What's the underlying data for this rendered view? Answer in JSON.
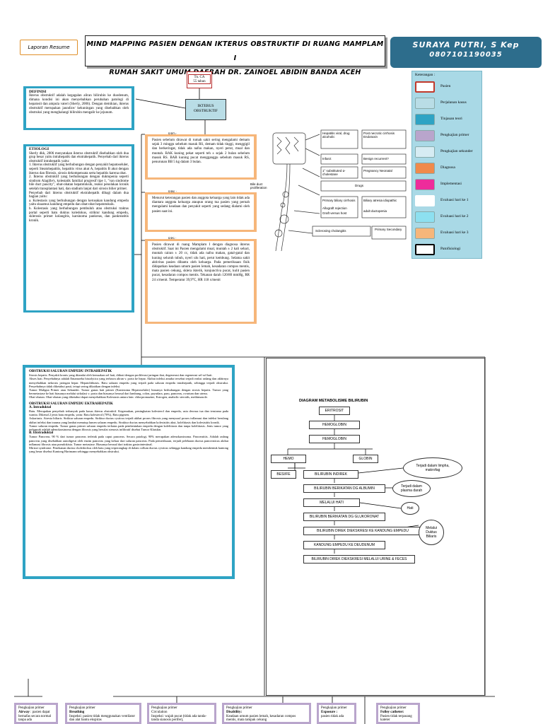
{
  "header": {
    "tag": "Laporan Resume",
    "title_line1": "MIND MAPPING PASIEN DENGAN IKTERUS OBSTRUKTIF DI RUANG MAMPLAM I",
    "title_line2": "RUMAH SAKIT UMUM DAERAH DR. ZAINOEL ABIDIN BANDA ACEH",
    "author": "SURAYA PUTRI, S Kep",
    "nim": "0807101190035"
  },
  "legend": {
    "heading": "Keterangan :",
    "items": [
      {
        "label": "Pasien",
        "color": "#c0392b",
        "style": "outline"
      },
      {
        "label": "Perjalanan kasus",
        "color": "#b9dde6",
        "style": "fill"
      },
      {
        "label": "Tinjauan teori",
        "color": "#2ea3c4",
        "style": "fill"
      },
      {
        "label": "Pengkajian primer",
        "color": "#b9a5cc",
        "style": "fill"
      },
      {
        "label": "Pengkajian sekunder",
        "color": "#d6ecf3",
        "style": "fill"
      },
      {
        "label": "Diagnosa",
        "color": "#f08a4b",
        "style": "fill"
      },
      {
        "label": "Implementasi",
        "color": "#ee2c9b",
        "style": "fill"
      },
      {
        "label": "Evaluasi hari ke 1",
        "color": "#ffffff",
        "style": "outline"
      },
      {
        "label": "Evaluasi hari ke 2",
        "color": "#8de0f0",
        "style": "fill"
      },
      {
        "label": "Evaluasi hari ke 3",
        "color": "#f6b67a",
        "style": "fill"
      },
      {
        "label": "Patofisiologi",
        "color": "#000000",
        "style": "outline"
      }
    ]
  },
  "definisi": {
    "heading": "DEFINISI",
    "text": "Ikterus obstruktif adalah kegagalan aliran bilirubin ke duodenum, dimana kondisi ini akan menyebabkan perubahan patologi di hepatosit dan ampula vateri (Sherly, 2006). Dengan demikian, ikterus obstruktif merupakan jaundice/ kekuningan yang disebabkan oleh obstruksi yang menghalangi bilirubin mengalir ke jejunum."
  },
  "etiologi": {
    "heading": "ETIOLOGI",
    "intro": "Sherly dkk, 2006 menyatakan ikterus obstruktif disebabkan oleh dua grup besar yaitu intrahepatik dan ekstrahepatik. Penyebab dari ikterus obstruktif intrahepatik yaitu:",
    "points": [
      "1. Ikterus obstruktif yang berhubungan dengan penyakit hepatoseluler, seperti Steatohepatitis, hepatitis virus akut A, hepatitis B akut dengan ikterus dan fibrosis, sirosis dekompensata serta hepatitis karena obat.",
      "2. Ikterus obstruktif yang berhubungan dengan duktopenia seperti sindrom Alagille's, kolestatik familial progresif tipe 1, \"van sindrome bile duct paucity\", obat-obatan hepatotoksik, reaksi penolakan kronik setelah transplantasi hati, dan stadium lanjut dari sirosis bilier primer.",
      "Penyebab dari ikterus obstruktif ekstrahepatik dibagi dalam dua bagian yaitu:",
      "a. Kolestasis yang berhubungan dengan kerusakan kandung empedu yaitu skuamus kandung empedu dan obat-obat hepatotoksik.",
      "b. Kolestasis yang berhubungan pembuluh atau obstruksi traktus portal seperti batu duktus koledokus, striktur kandung empedu, sklerosis primer kolangitis, karsinoma pankreas, dan pankreatitis kronik."
    ]
  },
  "pasien": {
    "label": "Tn. CA",
    "age": "55 tahun"
  },
  "ikterus": {
    "line1": "IKTERUS",
    "line2": "OBSTRUKTIF"
  },
  "rpd": {
    "label": "RPD :",
    "text": "Pasien sebelum dirawat di rumah sakit sering mengalami demam sejak 3 minggu sebelum masuk RS, demam tidak tinggi, menggigil dan berkeringat, tidak ada nafsu makan, nyeri perut, mual dan muntah. BAK kuning pekat seperti teh ± sejak 2 bulan sebelum masuk RS. BAB kuning pucat mengganggu sebelum masuk RS, penurunan BB 5 kg dalam 3 bulan."
  },
  "rpk": {
    "label": "RPK :",
    "text": "Menurut keterangan pasien dan anggota keluarga yang lain tidak ada diantara anggota keluarga ataupun orang tua pasien yang pernah mengalami keadaan dan penyakit seperti yang sedang dialami oleh pasien saat ini."
  },
  "rps": {
    "label": "RPS :",
    "text": "Pasien dirawat di ruang Mamplam I dengan diagnosa ikterus obstruktif. Saat ini Pasien mengalami mual, muntah ± 2 kali sehari, muntah cairan ± 20 cc, tidak ada nafsu makan, gatal-gatal dan kuning seluruh tubuh, nyeri ulu hati, perut kembung. Selama sakit aktivitas pasien dibantu oleh keluarga. Pada pemeriksaan fisik didapatkan keadaan umum pasien lemah, kesadaran compos mentis, mata pasien cekung, sklera ikterik, konjunctiva pucat, kulit pasien pucat, kesadaran compos mentis. Tekanan darah 120/80 mmHg, RR 24 x/menit. Temperatur 39,9°C, HR 118 x/menit"
  },
  "liver": {
    "labels": [
      "Hepatitis viral, drug alcoholic",
      "Post necrotic cirrhosis Endotoxin",
      "Infarct",
      "Benign recurrent?",
      "1° substituted α-cholestane",
      "Pregnancy Neonatal",
      "Drugs",
      "Primary biliary cirrhosis",
      "Biliary atresia idiopathic",
      "Allograft rejection",
      "Graft versus host",
      "adult ductopenia",
      "Sclerosing cholangitis",
      "Primary Secondary",
      "Bile duct proliferation"
    ]
  },
  "obstruksi": {
    "h1": "OBSTRUKSI SALURAN EMPEDU INTRAHEPATIK",
    "p1": "Sirosis hepatis. Penyakit kronis yang ditandai oleh kerusakan sel hati, diikuti dengan proliferasi jaringan ikat, degenerasi dan regenerasi sel-sel hati.",
    "p2": "Abses hati. Penyebabnya adalah Entamoeba histolytica yang terbawa aliran v. porta ke hepar. Akibat infeksi amuba tersebut terjadi reaksi radang dan akhirnya menyebabkan nekrosis jaringan hepar. Hepatolithiasis. Batu saluran empedu yang terjadi pada saluran empedu intrahepatik, sehingga terjadi obstruksi. Penyebabnya tidak diketahui pasti, tetapi sering dikaitkan dengan infeksi.",
    "p3": "Tumor Maligna Primer atau Sekunder. Tumor ganas hati primer (Karsinoma Hepatoseluler) biasanya berhubungan dengan sirosis hepatis. Tumor yang bermetastase ke hati biasanya melalui sirkulasi v. porta dan biasanya berasal dari lambung, colon, payudara, paru, pancreas, ovarium dan uterus.",
    "p4": "Obat-obatan. Obat-obatan yang diketahui dapat menyebabkan Kolestasis antara lain: chlorpromazine, Estrogen, anabolic steroids, methimazole.",
    "h2": "OBSTRUKSI SALURAN EMPEDU EKTRAHEPATIK",
    "h2a": "A. Intraduktal",
    "p5": "Batu. Merupakan penyebab terbanyak pada kasus ikterus obstruktif. Kegemukan, peningkatan kolesterol dan empedu, usia dewasa tua dan terutama pada wanita. Dikenal 2 jenis batu empedu, yaitu: Batu kolesterol (70%), Batu pigmen.",
    "p6": "Askariasis. Atresia biliaris. Striktur saluran empedu. Striktur ductus cysticus terjadi akibat proses fibrosis yang menyusul proses inflamasi dan infeksi berulang akibat infeksi dan trauma yang lambat menutup lumen saluran empedu. Struktur ductus menyebabkan kolesistitis akut, kolelitiasis dan kolesistitis kronik.",
    "p7": "Tumor saluran empedu. Tumor ganas primer saluran empedu terbatas pada pembentukan empedu dengan kolelitiasis dan tanpa kolelitiasis. Jenis tumor yang terbanyak adalah adenokarsinoma dengan fibrosis yang bersifat stenosis infiltratif disebut Tumor Klatskin.",
    "h2b": "B. Ekstraduktal",
    "p8": "Tumor Pancreas. 90 % dari tumor pancreas terletak pada caput pancreas. Secara patologi, 90% merupakan adenokarsinoma. Pancreatitis. Adalah radang pancreas yang disebabkan autodigesti oleh enzim pancreas yang keluar dari saluran pancreas. Pada pemeriksaan, terjadi pelebaran ductus pancreaticus akibat inflamasi fibrosis atau pseudokista. Tumor metastase. Biasanya berasal dari traktus gastrointestinal.",
    "p9": "Mirizzi syndrome. Penekanan ductus choledochus oleh batu yang terperangkap di dalam collum ductus cysticus sehingga kandung empedu membentuk kantong yang besar disebut Kantong Hartmann sehingga menyebabkan obstruksi."
  },
  "bilirubin": {
    "title": "DIAGRAM METABOLISME BILIRUBIN",
    "eritrosit": "ERITROSIT",
    "hemoglobin1": "HEMOGLOBIN",
    "hemoglobin2": "HEMOGLOBIN",
    "hemo": "HEMO",
    "globin": "GLOBIN",
    "besi": "BESI/FE",
    "indirek": "BILIRUBIN INDIREK",
    "albumin": "BILIRUBIN BERIKATAN DG ALBUMIN",
    "hati": "MELALUI HATI",
    "glukoronat": "BILIRUBIN BERIKATAN DG GLUKORONAT",
    "direk_kandung": "BILIRUBIN DIREK DIEKSKRESI KE KANDUNG EMPEDU",
    "duodenum": "KANDUNG EMPEDU KE DEUDENUM",
    "urine": "BILIRUBIN DIREK DIEKSKRESI MELALUI URINE & FECES",
    "oval_limfa": "Terjadi dalam limpha, makrofag",
    "oval_plasma": "Terjadi dalam plasma darah",
    "oval_hati": "Hati",
    "oval_duktus": "Melalui Duktus Biliaris"
  },
  "primary": [
    {
      "h": "Pengkajian primer",
      "b": "Airway",
      "t": ": pasien dapat bernafas secara normal tanpa ada"
    },
    {
      "h": "Pengkajian primer",
      "b": "Breathing",
      "t": "Inspeksi: pasien tidak menggunakan ventilator dan alat bantu ekspiras"
    },
    {
      "h": "Pengkajian primer",
      "b": "Circulation",
      "t": "Inspeksi: wajah pucat (tidak ada tanda-tanda sianosis perifer),"
    },
    {
      "h": "Pengkajian primer",
      "b": "Disability:",
      "t": "Keadaan umum pasien lemah, kesadaran compos mentis, mata tampak cekung"
    },
    {
      "h": "Pengkajian primer",
      "b": "Exposure :",
      "t": "pasien tidak ada"
    },
    {
      "h": "Pengkajian primer",
      "b": "Folley catheter:",
      "t": "Pasien tidak terpasang kateter"
    }
  ]
}
